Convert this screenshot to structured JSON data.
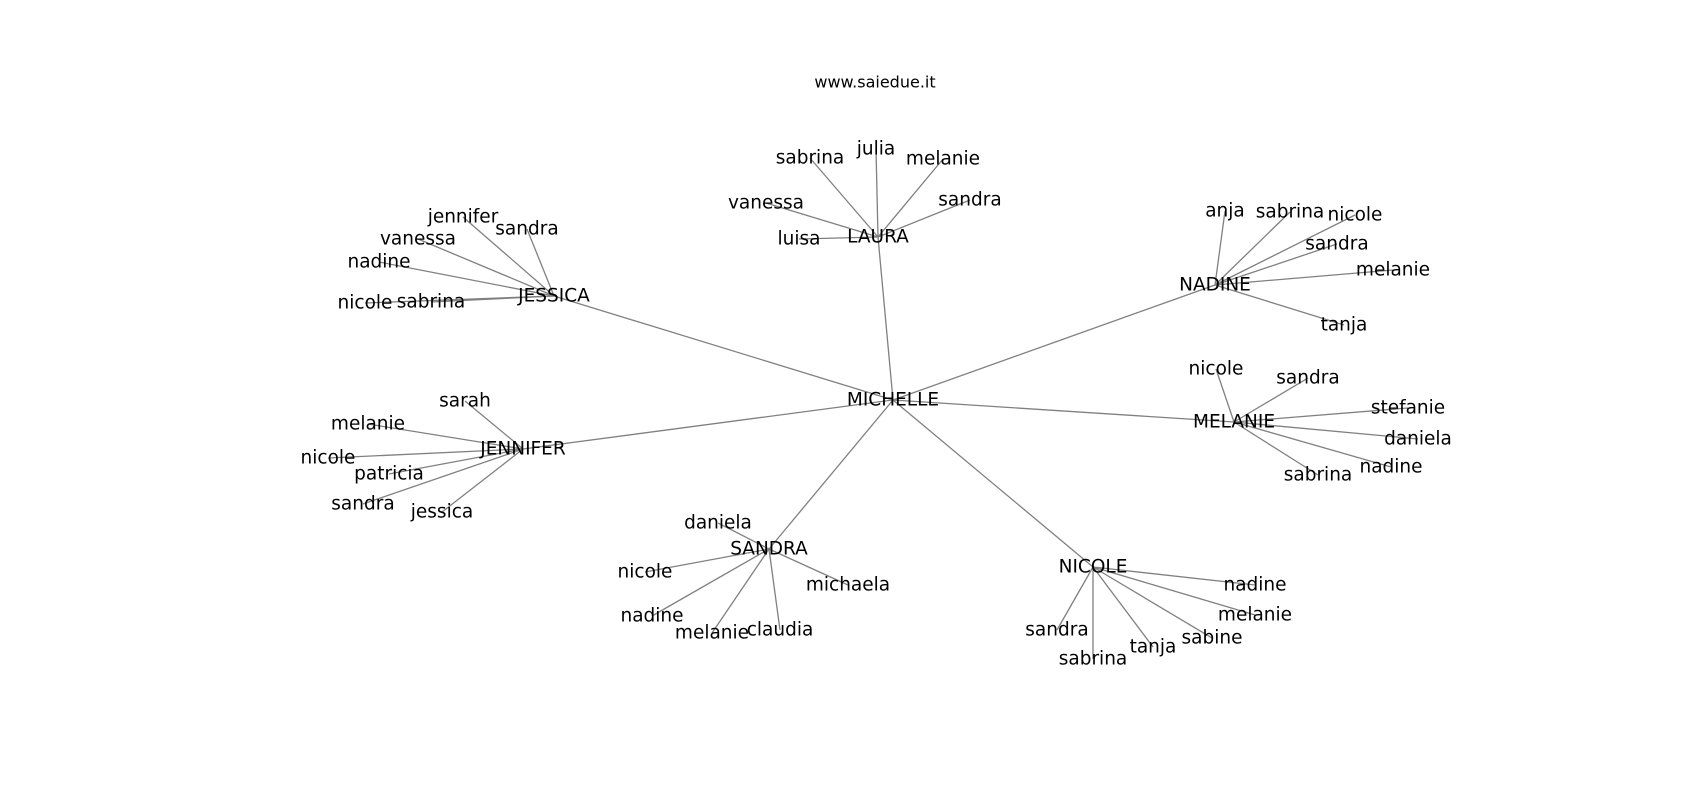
{
  "header": {
    "site": "www.saiedue.it"
  },
  "graph": {
    "center": "MICHELLE",
    "hubs": [
      {
        "name": "LAURA",
        "leaves": [
          "sabrina",
          "julia",
          "melanie",
          "vanessa",
          "sandra",
          "luisa"
        ]
      },
      {
        "name": "JESSICA",
        "leaves": [
          "jennifer",
          "sandra",
          "vanessa",
          "nadine",
          "nicole",
          "sabrina"
        ]
      },
      {
        "name": "NADINE",
        "leaves": [
          "anja",
          "sabrina",
          "nicole",
          "sandra",
          "melanie",
          "tanja"
        ]
      },
      {
        "name": "MELANIE",
        "leaves": [
          "nicole",
          "sandra",
          "stefanie",
          "daniela",
          "nadine",
          "sabrina"
        ]
      },
      {
        "name": "JENNIFER",
        "leaves": [
          "sarah",
          "melanie",
          "nicole",
          "patricia",
          "sandra",
          "jessica"
        ]
      },
      {
        "name": "SANDRA",
        "leaves": [
          "daniela",
          "nicole",
          "michaela",
          "nadine",
          "melanie",
          "claudia"
        ]
      },
      {
        "name": "NICOLE",
        "leaves": [
          "nadine",
          "melanie",
          "sabine",
          "tanja",
          "sandra",
          "sabrina"
        ]
      }
    ]
  }
}
